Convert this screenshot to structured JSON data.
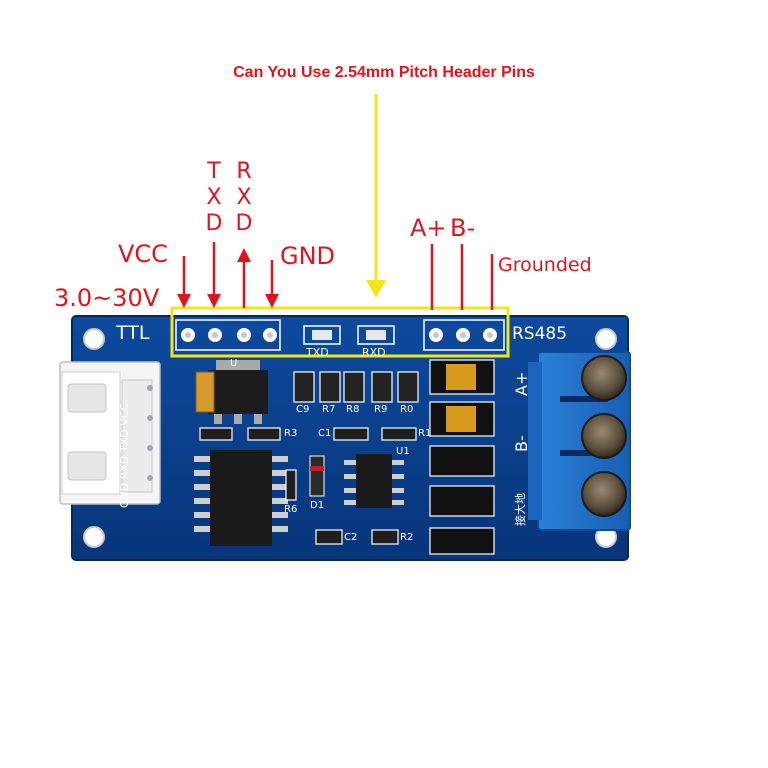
{
  "title": "Can You Use 2.54mm Pitch Header Pins",
  "labels": {
    "vcc": "VCC",
    "voltage": "3.0~30V",
    "txd_letters": [
      "T",
      "X",
      "D"
    ],
    "rxd_letters": [
      "R",
      "X",
      "D"
    ],
    "gnd": "GND",
    "a_plus": "A+",
    "b_minus": "B-",
    "grounded": "Grounded"
  },
  "board": {
    "ttl": "TTL",
    "rs485": "RS485",
    "connector_pins": "GND RXD TXD VCC",
    "txd_led": "TXD",
    "rxd_led": "RXD",
    "terminal_a": "A+",
    "terminal_b": "B-",
    "components": [
      "C9",
      "R7",
      "R8",
      "R9",
      "R0",
      "R3",
      "C1",
      "R1",
      "U1",
      "D1",
      "C2",
      "R2",
      "R6",
      "U"
    ],
    "chinese_label": "接大地"
  },
  "colors": {
    "pcb": "#0a3f8c",
    "annotation_red": "#e0141e",
    "highlight_yellow": "#f2e61a",
    "terminal_blue": "#1f6fc8"
  }
}
